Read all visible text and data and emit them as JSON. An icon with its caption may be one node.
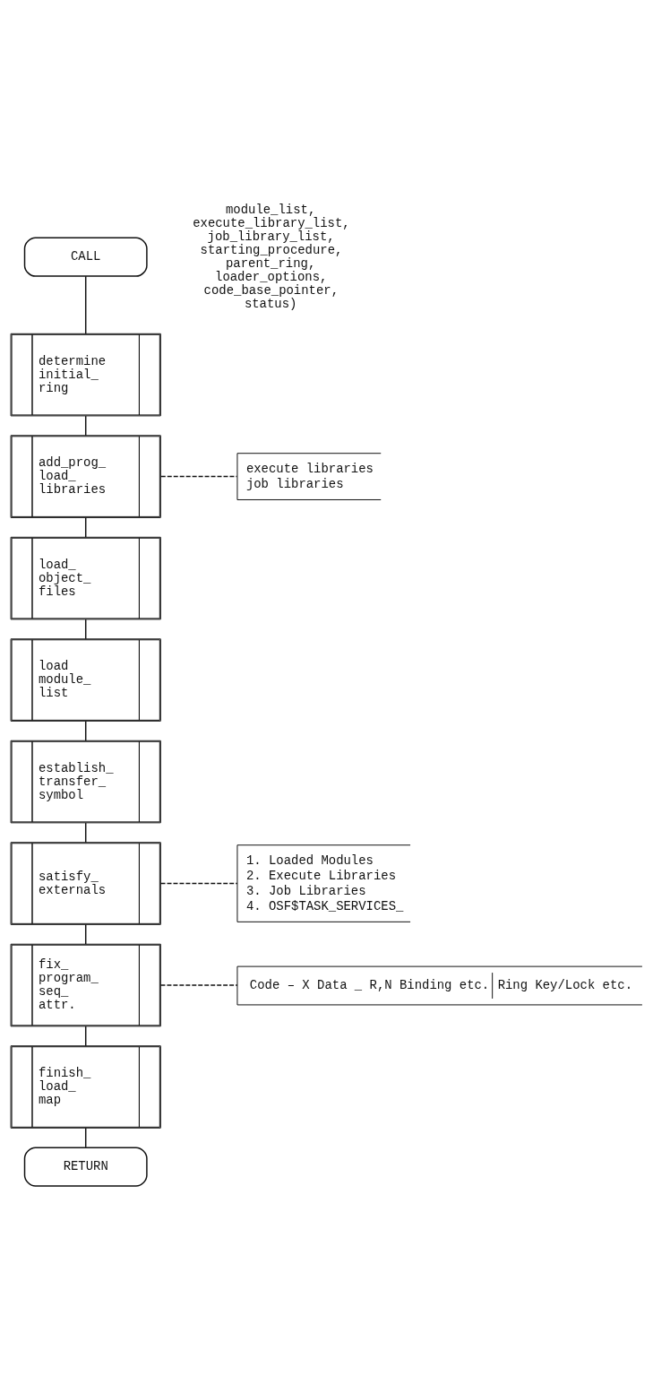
{
  "diagram": {
    "nodes": [
      {
        "text": [
          "CALL"
        ]
      },
      {
        "text": [
          "determine initial_ ring"
        ]
      },
      {
        "text": [
          "add_prog_ load_ libraries"
        ]
      },
      {
        "text": [
          "load_ object_ files"
        ]
      },
      {
        "text": [
          "load module_ list"
        ]
      },
      {
        "text": [
          "establish_ transfer_ symbol"
        ]
      },
      {
        "text": [
          "satisfy_ externals"
        ]
      },
      {
        "text": [
          "fix_ program_ seq_ attr."
        ]
      },
      {
        "text": [
          "finish_ load_ map"
        ]
      },
      {
        "text": [
          "RETURN"
        ]
      },
      {
        "text": [
          "execute libraries",
          "job libraries"
        ]
      },
      {
        "text": [
          "1. Loaded Modules",
          "2. Execute Libraries",
          "3. Job Libraries",
          "4. OSF$TASK_SERVICES_"
        ]
      },
      {
        "text": [
          "Code – X Data _ R,N Binding etc.",
          "Ring Key/Lock etc."
        ]
      }
    ],
    "edges": [
      {
        "from": 0,
        "to": 1,
        "arrow": "none"
      },
      {
        "from": 1,
        "to": 2,
        "arrow": "none"
      },
      {
        "from": 2,
        "to": 3,
        "arrow": "none"
      },
      {
        "from": 3,
        "to": 4,
        "arrow": "none"
      },
      {
        "from": 4,
        "to": 5,
        "arrow": "none"
      },
      {
        "from": 5,
        "to": 6,
        "arrow": "none"
      },
      {
        "from": 6,
        "to": 7,
        "arrow": "none"
      },
      {
        "from": 7,
        "to": 8,
        "arrow": "none"
      },
      {
        "from": 8,
        "to": 9,
        "arrow": "none"
      },
      {
        "from": 2,
        "to": 10,
        "arrow": "none",
        "style": "dashed"
      },
      {
        "from": 6,
        "to": 11,
        "arrow": "none",
        "style": "dashed"
      },
      {
        "from": 7,
        "to": 12,
        "arrow": "none",
        "style": "dashed"
      }
    ],
    "labels": [
      "module_list, execute_library_list, job_library_list, starting_procedure, parent_ring, loader_options, code_base_pointer, status)"
    ]
  }
}
